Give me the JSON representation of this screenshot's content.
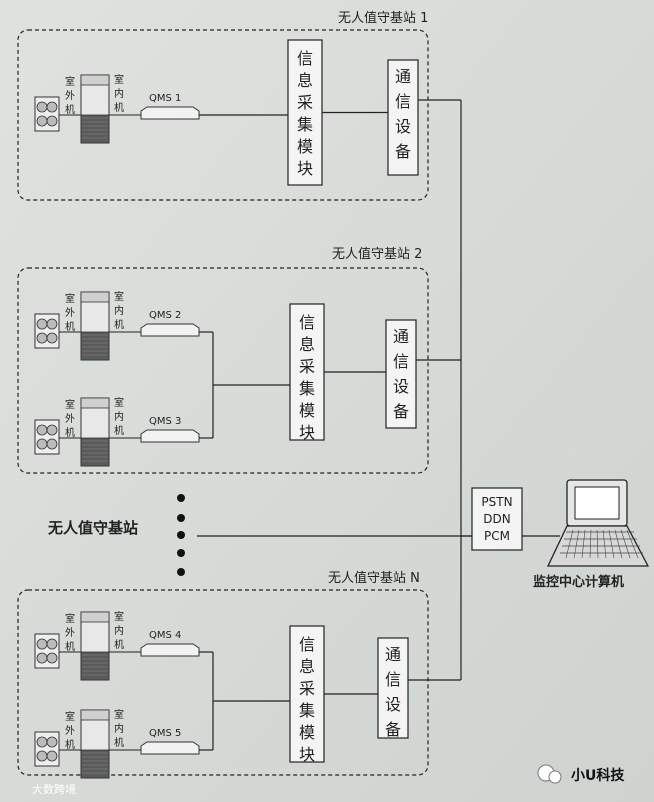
{
  "stations": [
    {
      "title": "无人值守基站 1",
      "units": [
        {
          "outdoor": "室外机",
          "indoor": "室内机",
          "qms": "QMS 1"
        }
      ],
      "collector": "信息采集模块",
      "comm": "通信设备"
    },
    {
      "title": "无人值守基站 2",
      "units": [
        {
          "outdoor": "室外机",
          "indoor": "室内机",
          "qms": "QMS 2"
        },
        {
          "outdoor": "室外机",
          "indoor": "室内机",
          "qms": "QMS 3"
        }
      ],
      "collector": "信息采集模块",
      "comm": "通信设备"
    },
    {
      "title": "无人值守基站 N",
      "units": [
        {
          "outdoor": "室外机",
          "indoor": "室内机",
          "qms": "QMS 4"
        },
        {
          "outdoor": "室外机",
          "indoor": "室内机",
          "qms": "QMS 5"
        }
      ],
      "collector": "信息采集模块",
      "comm": "通信设备"
    }
  ],
  "middle_label": "无人值守基站",
  "network": [
    "PSTN",
    "DDN",
    "PCM"
  ],
  "monitor_label": "监控中心计算机",
  "watermark_left": "大数跨境",
  "watermark_right": "小U科技"
}
